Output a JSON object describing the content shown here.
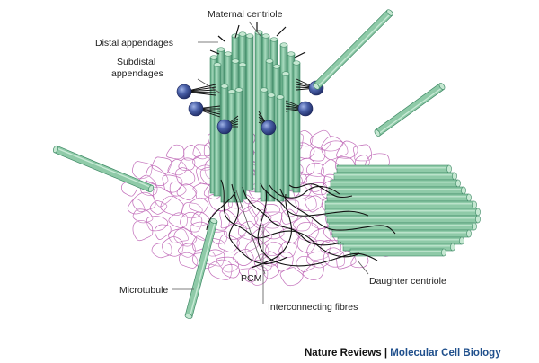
{
  "labels": {
    "maternal_centriole": "Maternal centriole",
    "distal_appendages": "Distal appendages",
    "subdistal_line1": "Subdistal",
    "subdistal_line2": "appendages",
    "pcm": "PCM",
    "interconnecting_fibres": "Interconnecting fibres",
    "microtubule": "Microtubule",
    "daughter_centriole": "Daughter centriole"
  },
  "credit": {
    "journal": "Nature Reviews",
    "separator": " | ",
    "section": "Molecular Cell Biology"
  },
  "colors": {
    "tube_fill": "#8fcaa8",
    "tube_dark": "#3f8a66",
    "tube_top": "#c6e8d2",
    "pcm_outline": "#c06ab8",
    "fibre": "#111111",
    "appendage_ball": "#3a4f96",
    "credit_journal": "#111111",
    "credit_section": "#1f4f8c"
  },
  "icons": [
    "appendage-ball-icon",
    "microtubule-icon"
  ]
}
